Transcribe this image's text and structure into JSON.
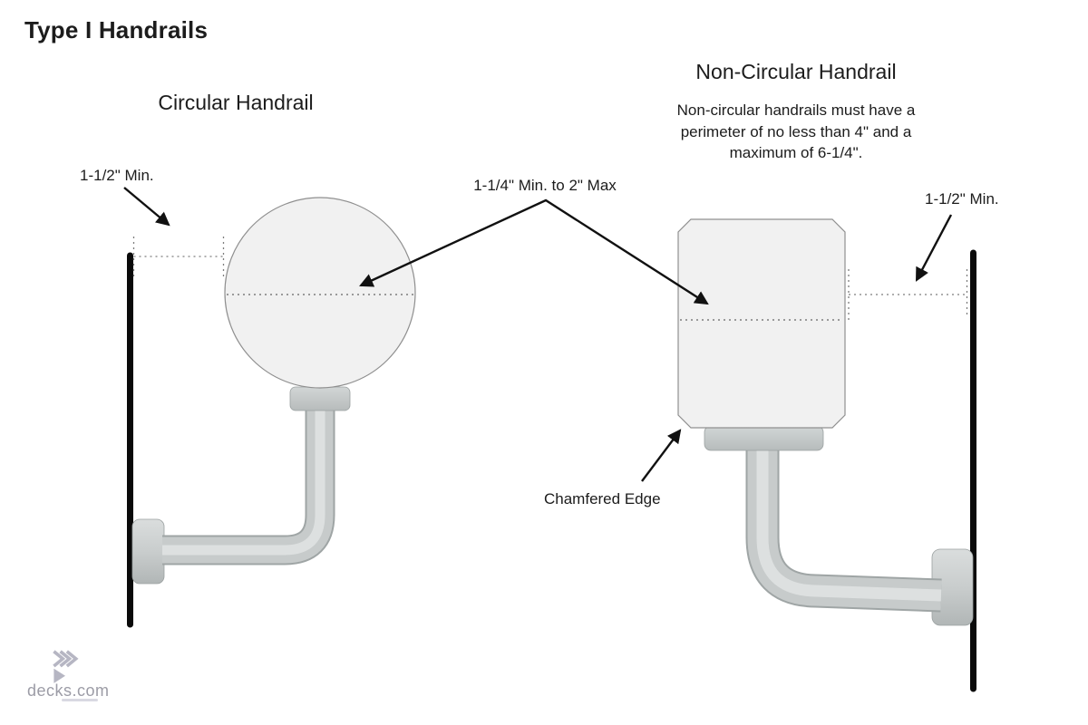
{
  "page": {
    "title": "Type I Handrails"
  },
  "circular_section": {
    "heading": "Circular Handrail",
    "wall_clearance_label": "1-1/2\" Min."
  },
  "non_circular_section": {
    "heading": "Non-Circular Handrail",
    "description_lines": [
      "Non-circular handrails must have a",
      "perimeter of no less than 4\" and a",
      "maximum of 6-1/4\"."
    ],
    "wall_clearance_label": "1-1/2\" Min.",
    "chamfered_edge_label": "Chamfered Edge"
  },
  "shared": {
    "diameter_label": "1-1/4\" Min. to 2\" Max"
  },
  "branding": {
    "logo_text": "decks.com",
    "logo_icon": "decks-chevron-icon"
  },
  "colors": {
    "text": "#1c1c1c",
    "wall_line": "#0a0a0a",
    "rail_fill": "#f1f1f1",
    "rail_stroke": "#8f8f8f",
    "pipe_body": "#c7cbcb",
    "pipe_edge": "#9fa5a5",
    "pipe_highlight": "#dde0e0",
    "dotted_line": "#7d7d7d",
    "arrow": "#111111",
    "logo_text_gray": "#9c9ca6",
    "logo_icon_gray": "#b6b6c3"
  }
}
